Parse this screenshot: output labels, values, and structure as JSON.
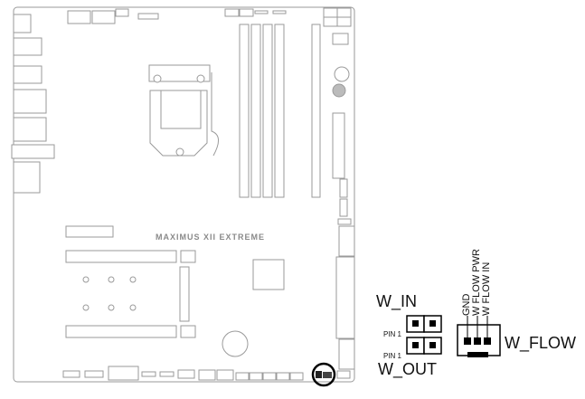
{
  "board": {
    "model_name": "MAXIMUS XII EXTREME",
    "highlight_color": "#000000",
    "outline_color": "#9a9a9a"
  },
  "pinout": {
    "w_in_label": "W_IN",
    "w_out_label": "W_OUT",
    "pin1_label_top": "PIN 1",
    "pin1_label_bottom": "PIN 1",
    "w_flow_label": "W_FLOW",
    "w_flow_pins": [
      "GND",
      "W FLOW PWR",
      "W FLOW IN"
    ]
  }
}
